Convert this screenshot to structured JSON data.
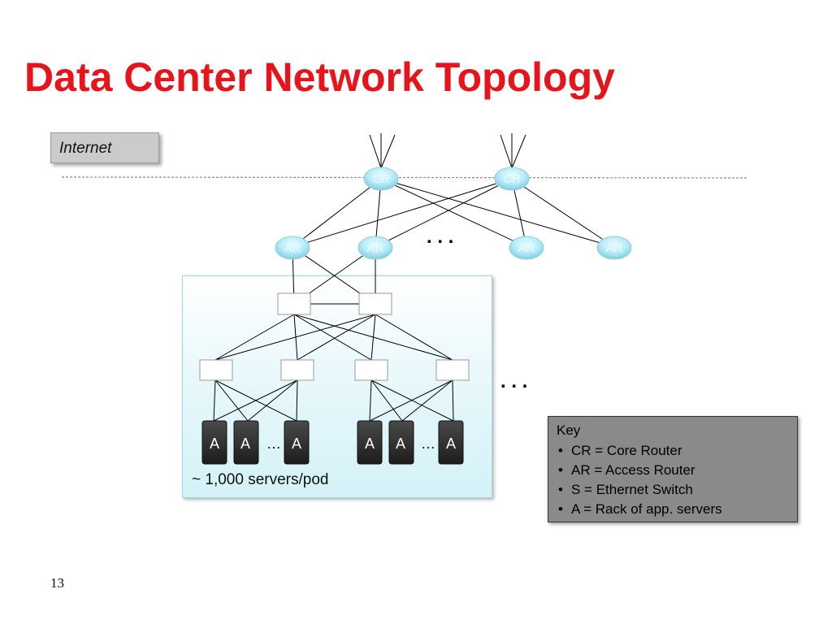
{
  "slide": {
    "title": "Data Center Network Topology",
    "page_number": "13"
  },
  "internet": {
    "label": "Internet"
  },
  "core_routers": [
    {
      "label": "CR"
    },
    {
      "label": "CR"
    }
  ],
  "access_routers": [
    {
      "label": "AR"
    },
    {
      "label": "AR"
    },
    {
      "label": "AR"
    },
    {
      "label": "AR"
    }
  ],
  "racks_left": [
    {
      "label": "A"
    },
    {
      "label": "A"
    },
    {
      "label": "A"
    }
  ],
  "racks_right": [
    {
      "label": "A"
    },
    {
      "label": "A"
    },
    {
      "label": "A"
    }
  ],
  "ellipsis": {
    "dots": ". . .",
    "short": "…"
  },
  "pod": {
    "label": "~ 1,000 servers/pod"
  },
  "key": {
    "title": "Key",
    "items": [
      "CR = Core Router",
      "AR = Access Router",
      "S = Ethernet Switch",
      "A = Rack of app. servers"
    ],
    "bullet": "•"
  },
  "colors": {
    "title": "#e8141b",
    "router_fill": "#b9ecf8",
    "key_background": "#8a8a8a"
  }
}
